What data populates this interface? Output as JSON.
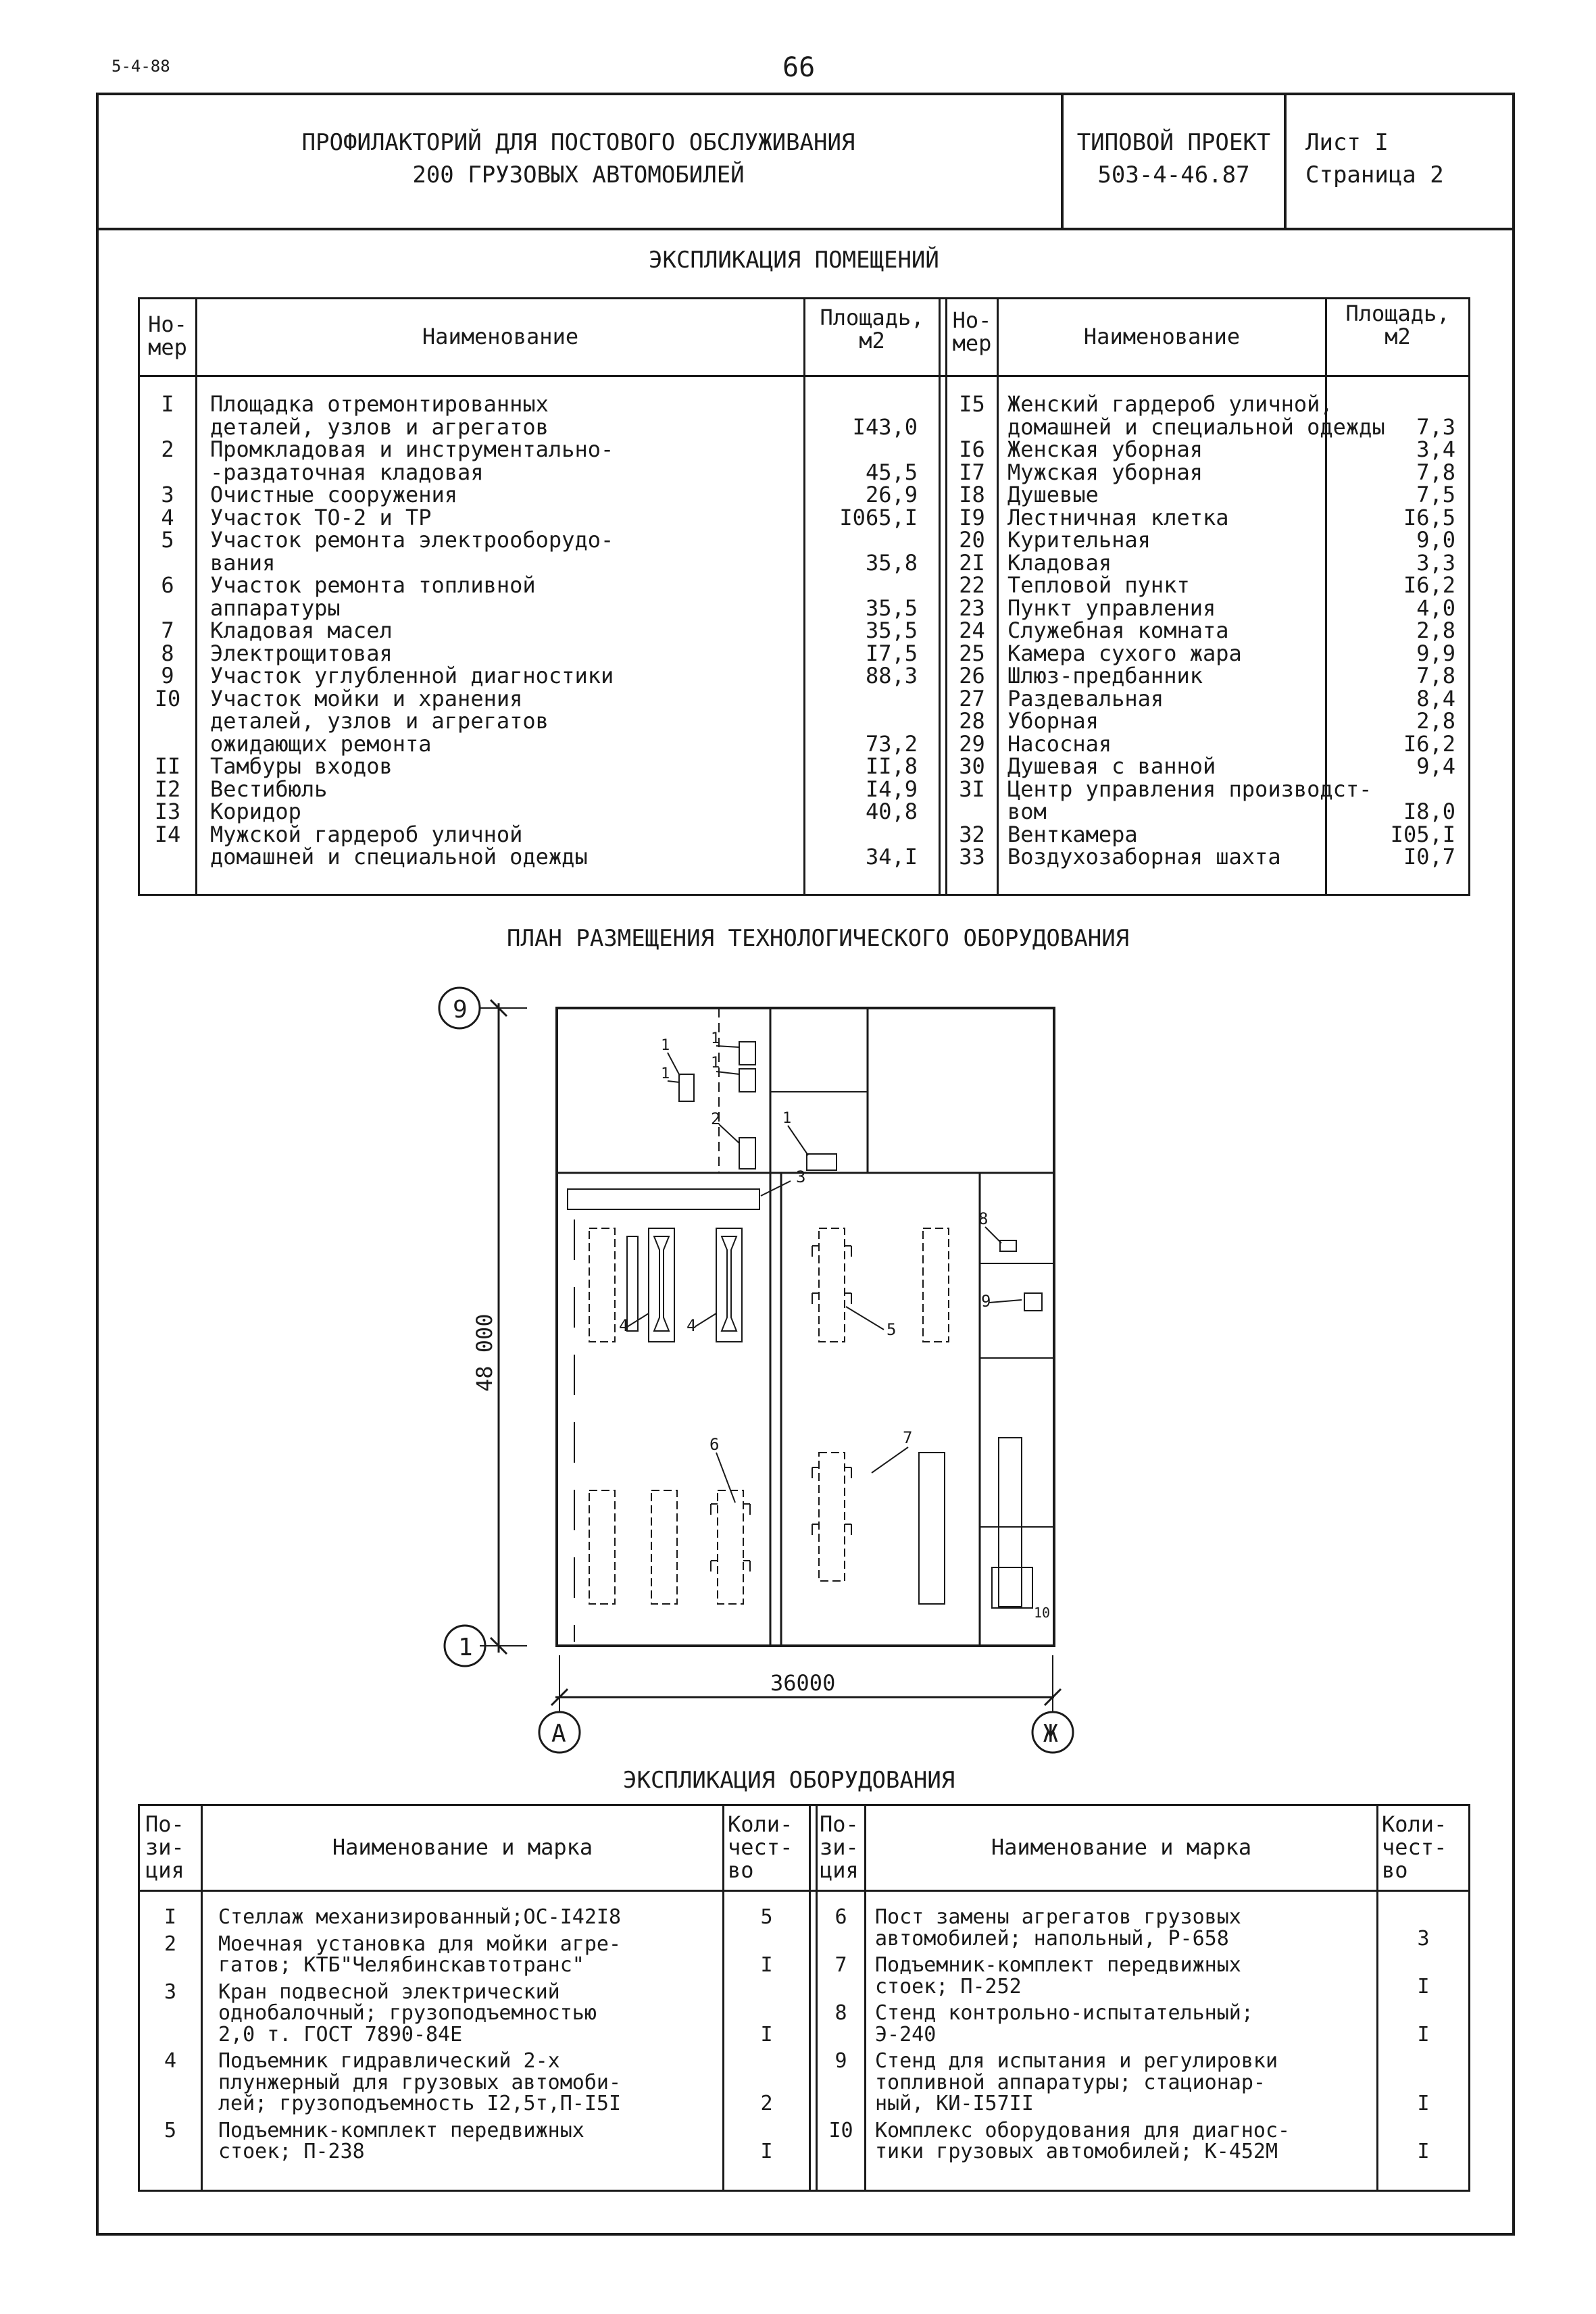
{
  "page": {
    "code": "5-4-88",
    "number": "66"
  },
  "title_block": {
    "title_line1": "ПРОФИЛАКТОРИЙ ДЛЯ ПОСТОВОГО ОБСЛУЖИВАНИЯ",
    "title_line2": "200 ГРУЗОВЫХ АВТОМОБИЛЕЙ",
    "project_line1": "ТИПОВОЙ ПРОЕКТ",
    "project_line2": "503-4-46.87",
    "sheet_line1": "Лист I",
    "sheet_line2": "Страница 2"
  },
  "rooms": {
    "heading": "ЭКСПЛИКАЦИЯ ПОМЕЩЕНИЙ",
    "col_num": "Но-\nмер",
    "col_name": "Наименование",
    "col_area": "Площадь,\nм2",
    "left": [
      {
        "num": "I",
        "lines": [
          "Площадка отремонтированных",
          "деталей, узлов и агрегатов"
        ],
        "area": "I43,0"
      },
      {
        "num": "2",
        "lines": [
          "Промкладовая и инструментально-",
          "-раздаточная кладовая"
        ],
        "area": "45,5"
      },
      {
        "num": "3",
        "lines": [
          "Очистные сооружения"
        ],
        "area": "26,9"
      },
      {
        "num": "4",
        "lines": [
          "Участок ТО-2 и ТР"
        ],
        "area": "I065,I"
      },
      {
        "num": "5",
        "lines": [
          "Участок ремонта электрооборудо-",
          "вания"
        ],
        "area": "35,8"
      },
      {
        "num": "6",
        "lines": [
          "Участок ремонта топливной",
          "аппаратуры"
        ],
        "area": "35,5"
      },
      {
        "num": "7",
        "lines": [
          "Кладовая масел"
        ],
        "area": "35,5"
      },
      {
        "num": "8",
        "lines": [
          "Электрощитовая"
        ],
        "area": "I7,5"
      },
      {
        "num": "9",
        "lines": [
          "Участок углубленной диагностики"
        ],
        "area": "88,3"
      },
      {
        "num": "I0",
        "lines": [
          "Участок мойки и хранения",
          "деталей, узлов и агрегатов",
          "ожидающих ремонта"
        ],
        "area": "73,2"
      },
      {
        "num": "II",
        "lines": [
          "Тамбуры входов"
        ],
        "area": "II,8"
      },
      {
        "num": "I2",
        "lines": [
          "Вестибюль"
        ],
        "area": "I4,9"
      },
      {
        "num": "I3",
        "lines": [
          "Коридор"
        ],
        "area": "40,8"
      },
      {
        "num": "I4",
        "lines": [
          "Мужской гардероб уличной",
          "домашней и специальной одежды"
        ],
        "area": "34,I"
      }
    ],
    "right": [
      {
        "num": "I5",
        "lines": [
          "Женский гардероб уличной,",
          "домашней и специальной одежды"
        ],
        "area": "7,3"
      },
      {
        "num": "I6",
        "lines": [
          "Женская уборная"
        ],
        "area": "3,4"
      },
      {
        "num": "I7",
        "lines": [
          "Мужская уборная"
        ],
        "area": "7,8"
      },
      {
        "num": "I8",
        "lines": [
          "Душевые"
        ],
        "area": "7,5"
      },
      {
        "num": "I9",
        "lines": [
          "Лестничная клетка"
        ],
        "area": "I6,5"
      },
      {
        "num": "20",
        "lines": [
          "Курительная"
        ],
        "area": "9,0"
      },
      {
        "num": "2I",
        "lines": [
          "Кладовая"
        ],
        "area": "3,3"
      },
      {
        "num": "22",
        "lines": [
          "Тепловой пункт"
        ],
        "area": "I6,2"
      },
      {
        "num": "23",
        "lines": [
          "Пункт управления"
        ],
        "area": "4,0"
      },
      {
        "num": "24",
        "lines": [
          "Служебная комната"
        ],
        "area": "2,8"
      },
      {
        "num": "25",
        "lines": [
          "Камера сухого жара"
        ],
        "area": "9,9"
      },
      {
        "num": "26",
        "lines": [
          "Шлюз-предбанник"
        ],
        "area": "7,8"
      },
      {
        "num": "27",
        "lines": [
          "Раздевальная"
        ],
        "area": "8,4"
      },
      {
        "num": "28",
        "lines": [
          "Уборная"
        ],
        "area": "2,8"
      },
      {
        "num": "29",
        "lines": [
          "Насосная"
        ],
        "area": "I6,2"
      },
      {
        "num": "30",
        "lines": [
          "Душевая с ванной"
        ],
        "area": "9,4"
      },
      {
        "num": "3I",
        "lines": [
          "Центр управления производст-",
          "вом"
        ],
        "area": "I8,0"
      },
      {
        "num": "32",
        "lines": [
          "Венткамера"
        ],
        "area": "I05,I"
      },
      {
        "num": "33",
        "lines": [
          "Воздухозаборная шахта"
        ],
        "area": "I0,7"
      }
    ]
  },
  "plan": {
    "heading": "ПЛАН РАЗМЕЩЕНИЯ ТЕХНОЛОГИЧЕСКОГО ОБОРУДОВАНИЯ",
    "axis_top": "9",
    "axis_bottom": "1",
    "axis_left": "А",
    "axis_right": "Ж",
    "dim_vertical": "48 000",
    "dim_horizontal": "36000",
    "callouts": [
      "1",
      "1",
      "1",
      "1",
      "2",
      "1",
      "3",
      "4",
      "4",
      "5",
      "6",
      "7",
      "8",
      "9",
      "10"
    ]
  },
  "equipment": {
    "heading": "ЭКСПЛИКАЦИЯ ОБОРУДОВАНИЯ",
    "col_pos": "По-\nзи-\nция",
    "col_name": "Наименование и марка",
    "col_qty": "Коли-\nчест-\nво",
    "left": [
      {
        "pos": "I",
        "lines": [
          "Стеллаж механизированный;ОС-I42I8"
        ],
        "qty": "5"
      },
      {
        "pos": "2",
        "lines": [
          "Моечная установка для мойки агре-",
          "гатов; КТБ\"Челябинскавтотранс\""
        ],
        "qty": "I"
      },
      {
        "pos": "3",
        "lines": [
          "Кран подвесной электрический",
          "однобалочный; грузоподъемностью",
          "2,0 т. ГОСТ 7890-84Е"
        ],
        "qty": "I"
      },
      {
        "pos": "4",
        "lines": [
          "Подъемник гидравлический 2-х",
          "плунжерный для грузовых автомоби-",
          "лей; грузоподъемность I2,5т,П-I5I"
        ],
        "qty": "2"
      },
      {
        "pos": "5",
        "lines": [
          "Подъемник-комплект передвижных",
          "стоек; П-238"
        ],
        "qty": "I"
      }
    ],
    "right": [
      {
        "pos": "6",
        "lines": [
          "Пост замены агрегатов грузовых",
          "автомобилей; напольный, Р-658"
        ],
        "qty": "3"
      },
      {
        "pos": "7",
        "lines": [
          "Подъемник-комплект передвижных",
          "стоек; П-252"
        ],
        "qty": "I"
      },
      {
        "pos": "8",
        "lines": [
          "Стенд контрольно-испытательный;",
          "Э-240"
        ],
        "qty": "I"
      },
      {
        "pos": "9",
        "lines": [
          "Стенд для испытания и регулировки",
          "топливной аппаратуры; стационар-",
          "ный, КИ-I57II"
        ],
        "qty": "I"
      },
      {
        "pos": "I0",
        "lines": [
          "Комплекс оборудования для диагнос-",
          "тики грузовых автомобилей; К-452М"
        ],
        "qty": "I"
      }
    ]
  }
}
